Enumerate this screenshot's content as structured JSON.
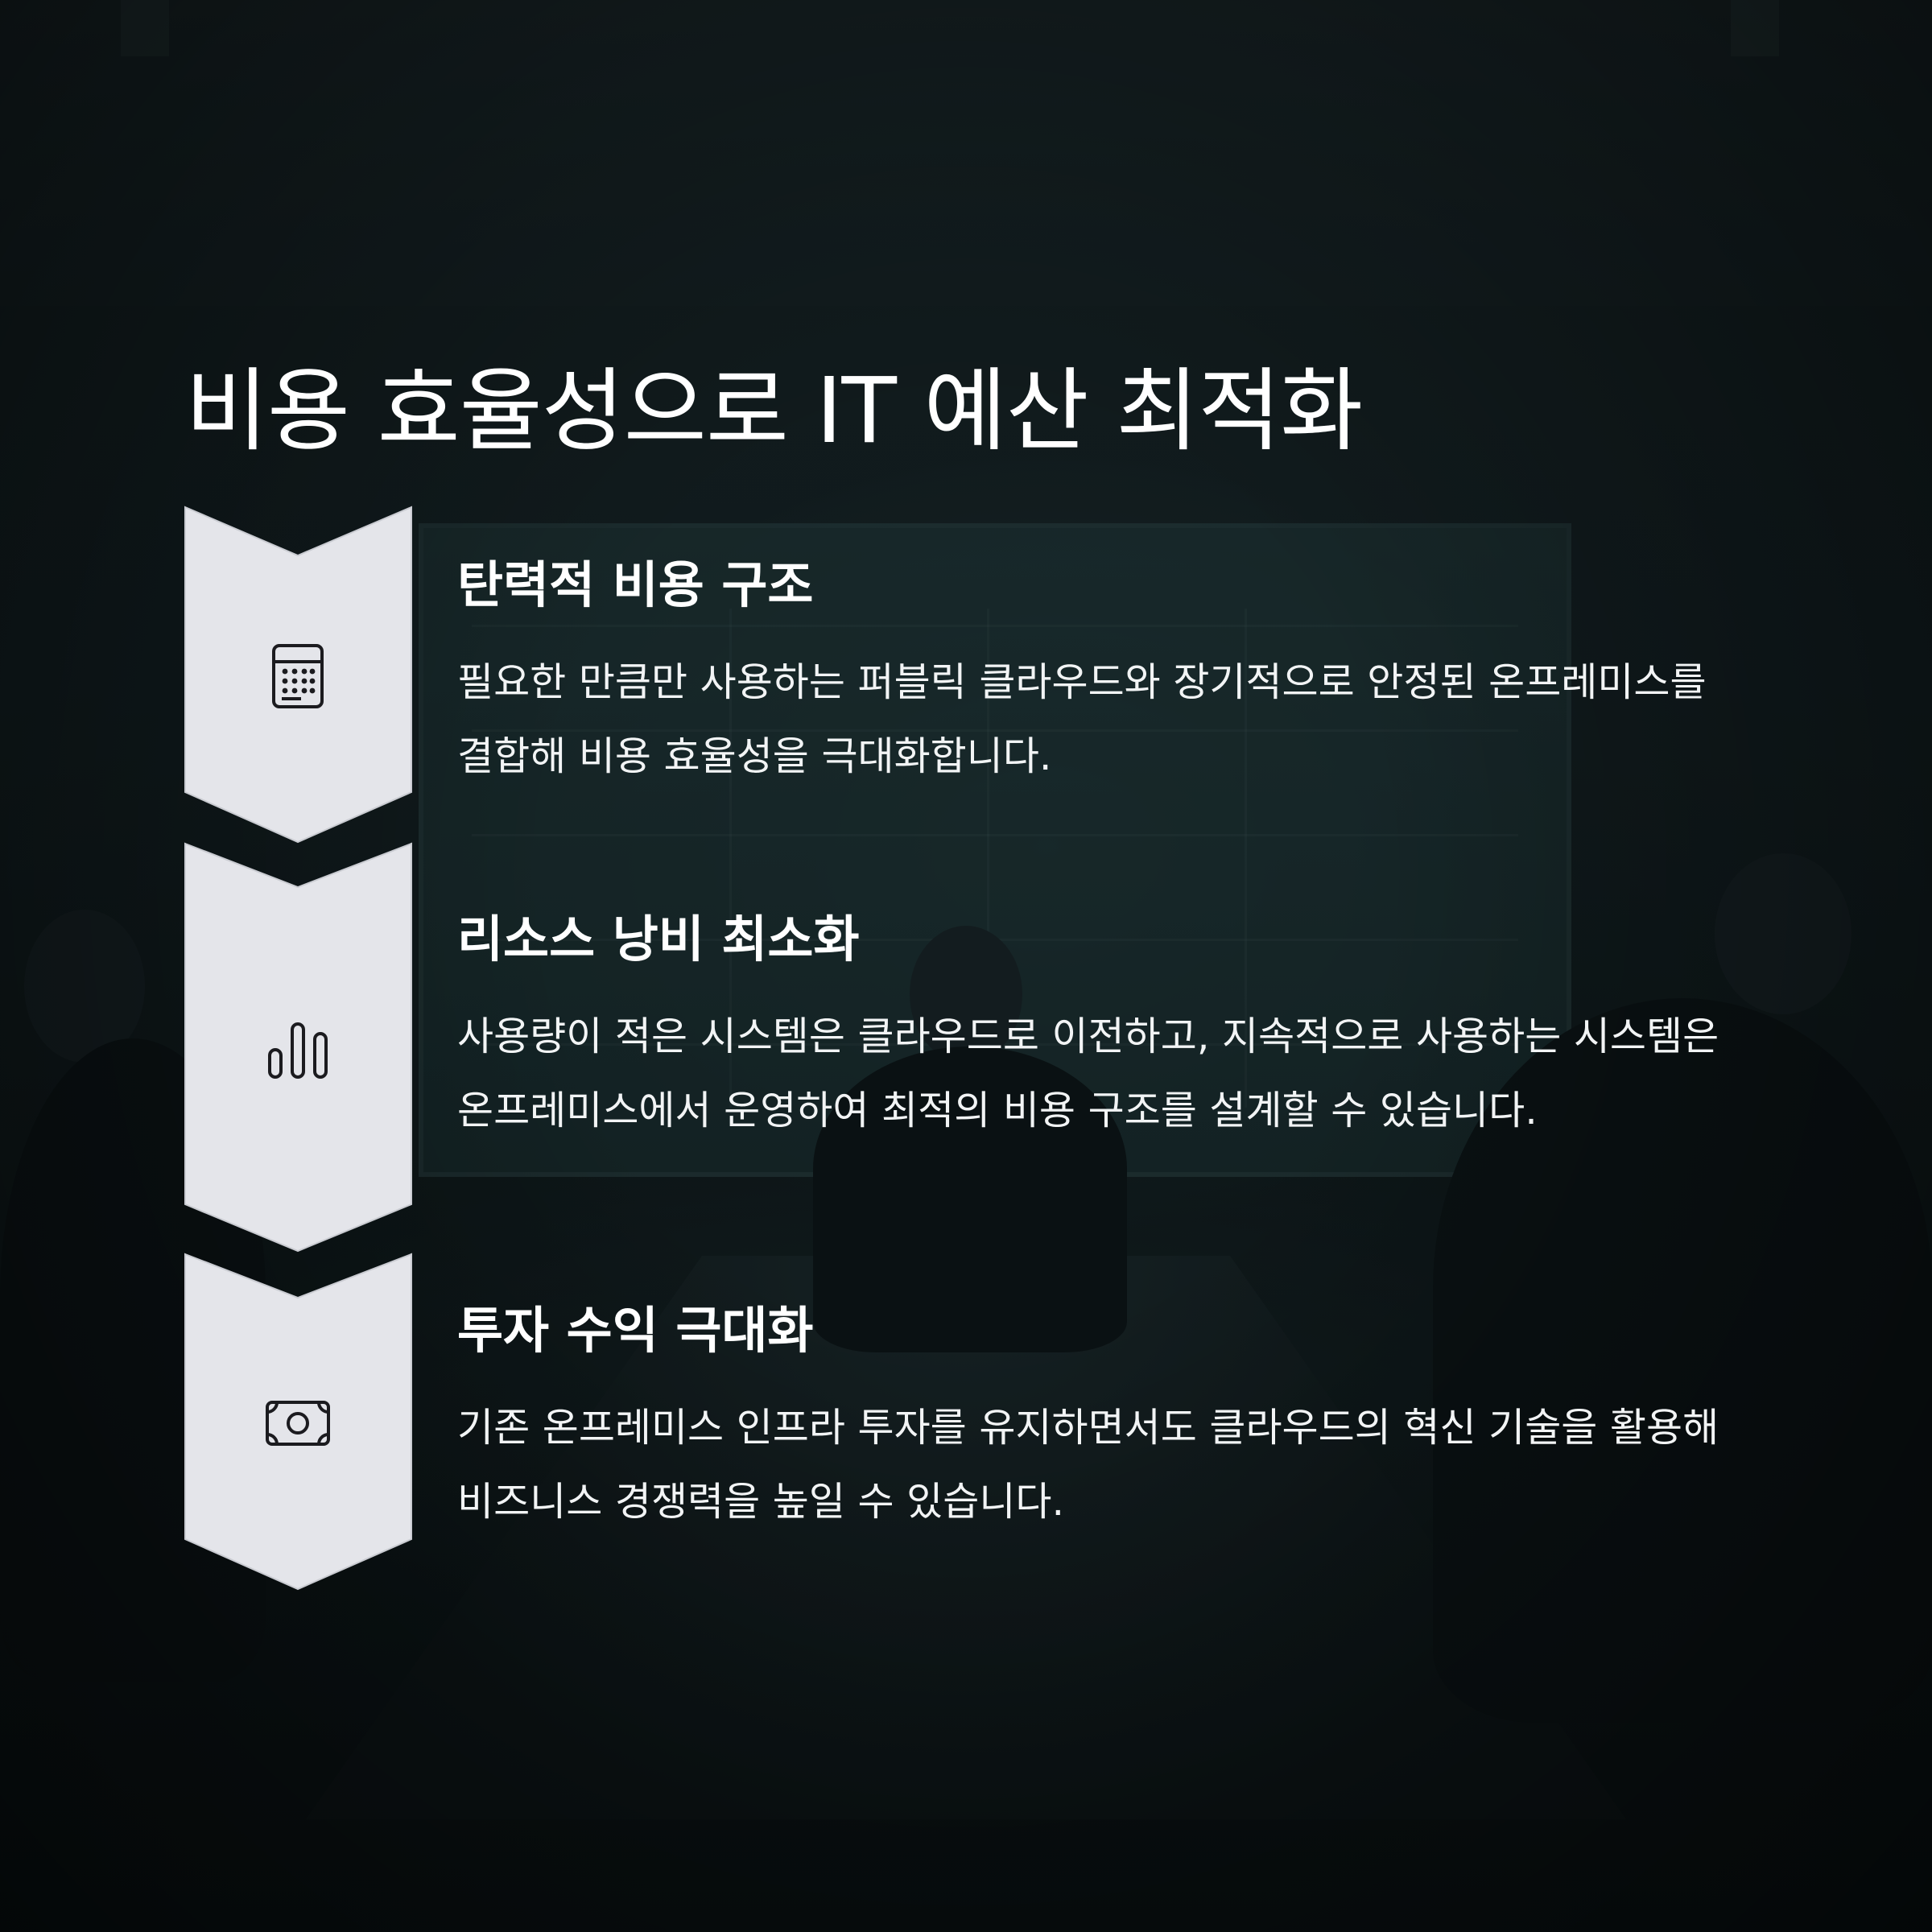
{
  "title": "비용 효율성으로 IT 예산 최적화",
  "colors": {
    "chevron_fill": "#e4e5ea",
    "icon_stroke": "#1b1b1f",
    "text": "#ffffff",
    "background": "#0d1517"
  },
  "steps": [
    {
      "icon": "calculator-icon",
      "heading": "탄력적 비용 구조",
      "body": "필요한 만큼만 사용하는 퍼블릭 클라우드와 장기적으로 안정된 온프레미스를 결합해 비용 효율성을 극대화합니다."
    },
    {
      "icon": "bar-chart-icon",
      "heading": "리소스 낭비 최소화",
      "body": "사용량이 적은 시스템은 클라우드로 이전하고, 지속적으로 사용하는 시스템은 온프레미스에서 운영하여 최적의 비용 구조를 설계할 수 있습니다."
    },
    {
      "icon": "banknote-icon",
      "heading": "투자 수익 극대화",
      "body": "기존 온프레미스 인프라 투자를 유지하면서도 클라우드의 혁신 기술을 활용해 비즈니스 경쟁력을 높일 수 있습니다."
    }
  ]
}
